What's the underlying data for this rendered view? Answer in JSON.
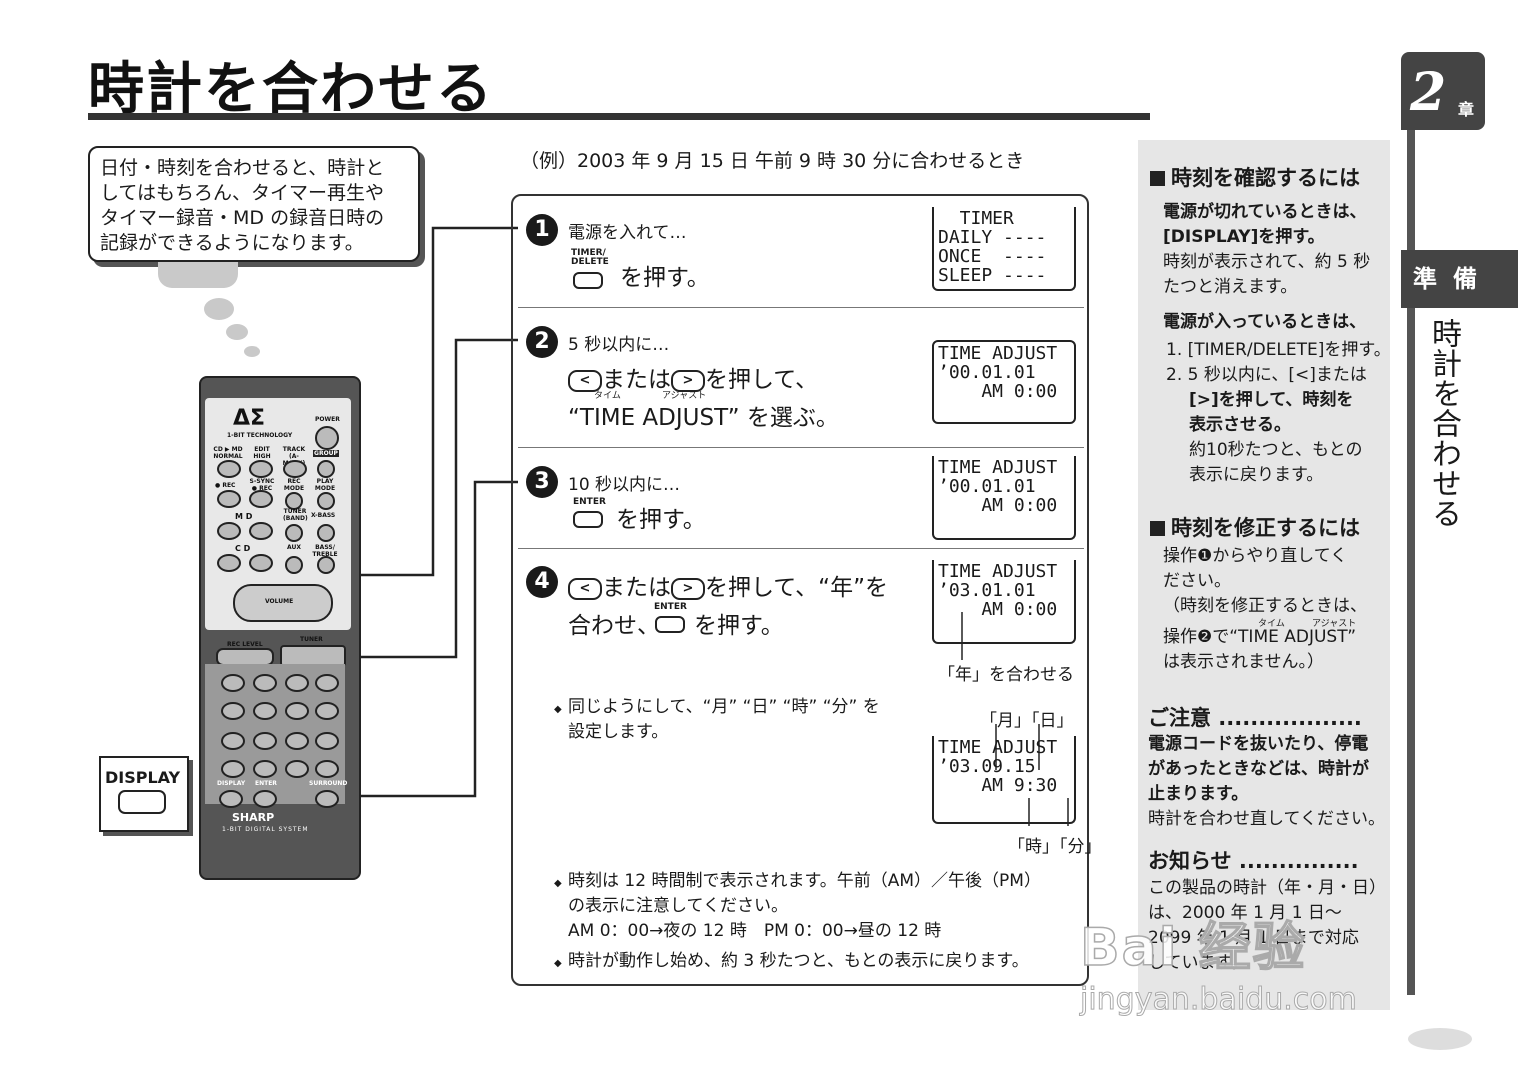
{
  "title": "時計を合わせる",
  "bubble": {
    "lines": [
      "日付・時刻を合わせると、時計と",
      "してはもちろん、タイマー再生や",
      "タイマー録音・MD の録音日時の",
      "記録ができるようになります。"
    ]
  },
  "remote": {
    "logo": "ΔΣ",
    "logo_sub": "1-BIT TECHNOLOGY",
    "power": "POWER",
    "labels": [
      "CD ▶ MD NORMAL",
      "EDIT HIGH",
      "TRACK (A-MARK)",
      "GROUP",
      "● REC",
      "S-SYNC ● REC",
      "REC MODE",
      "PLAY MODE",
      "M D",
      "TUNER (BAND)",
      "X-BASS",
      "C D",
      "AUX",
      "BASS/ TREBLE",
      "VOLUME",
      "REC LEVEL",
      "TUNER",
      "DISPLAY",
      "ENTER",
      "SURROUND"
    ],
    "brand": "SHARP",
    "brand_sub": "1-BIT DIGITAL SYSTEM",
    "display_callout": "DISPLAY"
  },
  "example": "（例）2003 年 9 月 15 日 午前 9 時 30 分に合わせるとき",
  "steps": [
    {
      "num": "1",
      "small": "電源を入れて…",
      "key_label_1": "TIMER/",
      "key_label_2": "DELETE",
      "action": "を押す。",
      "lcd": "  TIMER\nDAILY ----\nONCE  ----\nSLEEP ----"
    },
    {
      "num": "2",
      "small": "5 秒以内に…",
      "key_left": "<",
      "key_right": ">",
      "action_a": "または",
      "action_b": "を押して、",
      "ruby_a": "タイム",
      "ruby_b": "アジャスト",
      "action_c": "“TIME ADJUST” を選ぶ。",
      "lcd": "TIME ADJUST\n’00.01.01\n    AM 0:00"
    },
    {
      "num": "3",
      "small": "10 秒以内に…",
      "key_label": "ENTER",
      "action": "を押す。",
      "lcd": "TIME ADJUST\n’00.01.01\n    AM 0:00"
    },
    {
      "num": "4",
      "key_left": "<",
      "key_right": ">",
      "action_a": "または",
      "action_b": "を押して、“年”を",
      "action_c": "合わせ、",
      "key_label": "ENTER",
      "action_d": "を押す。",
      "lcd": "TIME ADJUST\n’03.01.01\n    AM 0:00",
      "lcd_caption": "「年」を合わせる"
    }
  ],
  "note_same": {
    "line1": "同じようにして、“月” “日” “時” “分” を",
    "line2": "設定します。"
  },
  "final_lcd": {
    "top_label": "「月」「日」",
    "text": "TIME ADJUST\n’03.09.15\n    AM 9:30",
    "bottom_label": "「時」「分」"
  },
  "notes": [
    "時刻は 12 時間制で表示されます。午前（AM）／午後（PM）",
    "の表示に注意してください。",
    "AM 0：00→夜の 12 時　PM 0：00→昼の 12 時",
    "時計が動作し始め、約 3 秒たつと、もとの表示に戻ります。"
  ],
  "sidebar": {
    "h1": "時刻を確認するには",
    "off_title_1": "電源が切れているときは、",
    "off_title_2": "[DISPLAY]を押す。",
    "off_desc_1": "時刻が表示されて、約 5 秒",
    "off_desc_2": "たつと消えます。",
    "on_title": "電源が入っているときは、",
    "on_1": "1. [TIMER/DELETE]を押す。",
    "on_2a": "2. 5 秒以内に、[<]または",
    "on_2b": "[>]を押して、時刻を",
    "on_2c": "表示させる。",
    "on_2d": "約10秒たつと、もとの",
    "on_2e": "表示に戻ります。",
    "h2": "時刻を修正するには",
    "fix_1": "操作❶からやり直してく",
    "fix_2": "ださい。",
    "fix_3": "（時刻を修正するときは、",
    "fix_ruby_a": "タイム",
    "fix_ruby_b": "アジャスト",
    "fix_4": "操作❷で“TIME ADJUST”",
    "fix_5": "は表示されません。）",
    "h3": "ご注意 ..................",
    "caution_1": "電源コードを抜いたり、停電",
    "caution_2": "があったときなどは、時計が",
    "caution_3": "止まります。",
    "caution_4": "時計を合わせ直してください。",
    "h4": "お知らせ ...............",
    "info_1": "この製品の時計（年・月・日）",
    "info_2": "は、2000 年 1 月 1 日～",
    "info_3": "2099 年 1 月 1 日まで対応",
    "info_4": "しています。"
  },
  "chapter": {
    "num": "2",
    "label": "章"
  },
  "section_tab": "準備",
  "vertical_title": "時計を合わせる",
  "watermark": {
    "line1": "Bai 经验",
    "line2": "jingyan.baidu.com"
  }
}
